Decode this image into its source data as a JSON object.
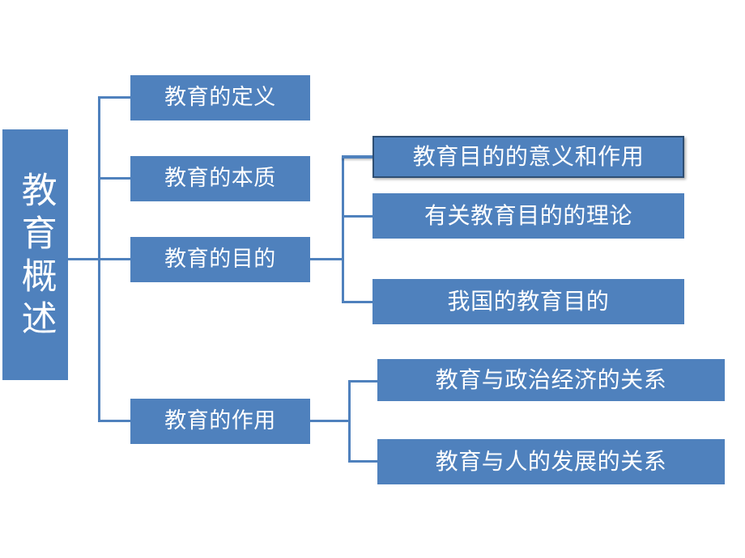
{
  "diagram": {
    "title": "教育概述",
    "type": "hierarchy-tree",
    "colors": {
      "node_fill": "#4F81BD",
      "node_text": "#FFFFFF",
      "connector": "#4F81BD",
      "selection_border": "#2E4E73",
      "background": "#FFFFFF"
    },
    "root": {
      "label": "教育概述",
      "orientation": "vertical"
    },
    "level2": [
      {
        "label": "教育的定义"
      },
      {
        "label": "教育的本质"
      },
      {
        "label": "教育的目的"
      },
      {
        "label": "教育的作用"
      }
    ],
    "purpose_children": [
      {
        "label": "教育目的的意义和作用",
        "selected": true
      },
      {
        "label": "有关教育目的的理论",
        "selected": false
      },
      {
        "label": "我国的教育目的",
        "selected": false
      }
    ],
    "function_children": [
      {
        "label": "教育与政治经济的关系",
        "selected": false
      },
      {
        "label": "教育与人的发展的关系",
        "selected": false
      }
    ]
  }
}
